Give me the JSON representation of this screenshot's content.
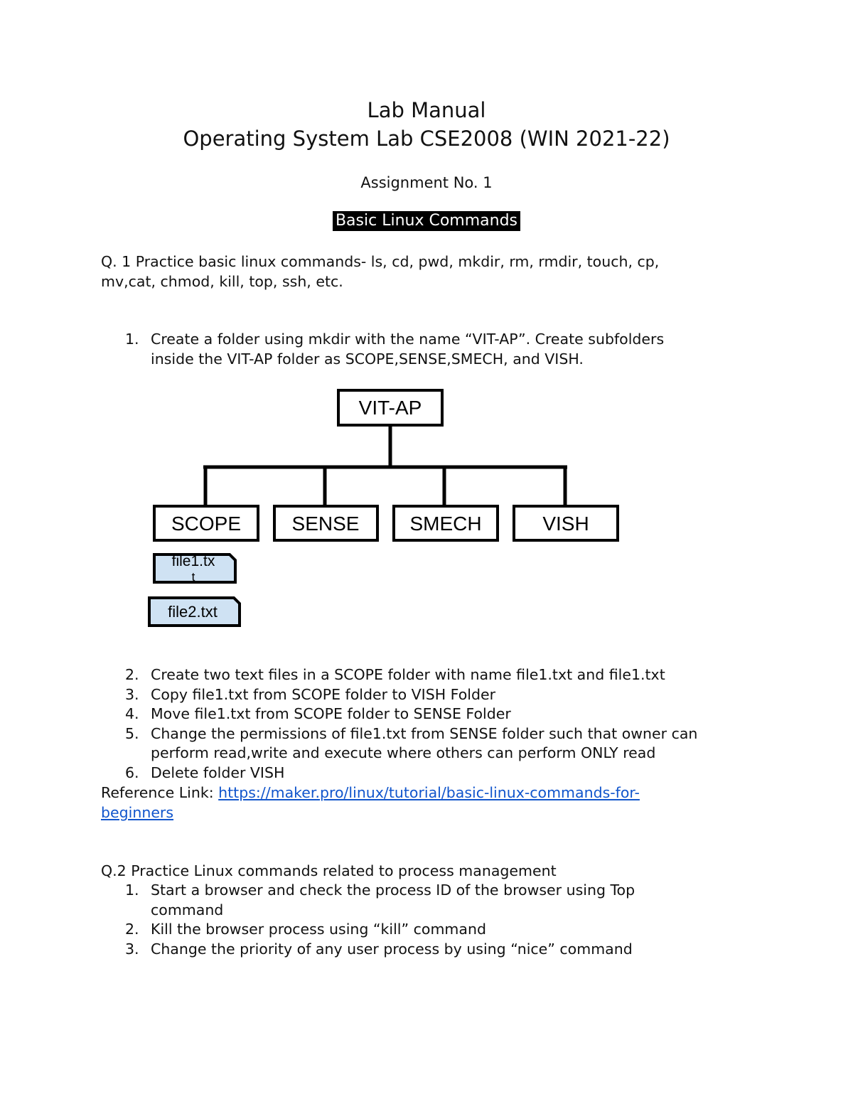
{
  "header": {
    "title_line1": "Lab Manual",
    "title_line2": "Operating System Lab CSE2008 (WIN 2021-22)",
    "assignment": "Assignment No. 1",
    "section_heading": "Basic Linux Commands"
  },
  "q1": {
    "prompt_line1": "Q. 1 Practice basic linux commands- ls, cd, pwd, mkdir, rm, rmdir, touch, cp,",
    "prompt_line2": "mv,cat, chmod, kill, top, ssh, etc.",
    "items": [
      {
        "num": "1.",
        "line1": "Create a folder using mkdir with the name “VIT-AP”. Create subfolders",
        "line2": "inside the VIT-AP folder as SCOPE,SENSE,SMECH, and VISH."
      },
      {
        "num": "2.",
        "line1": "Create two text files in a SCOPE folder with name file1.txt and file1.txt"
      },
      {
        "num": "3.",
        "line1": "Copy file1.txt from SCOPE folder to VISH Folder"
      },
      {
        "num": "4.",
        "line1": "Move file1.txt from SCOPE folder to SENSE Folder"
      },
      {
        "num": "5.",
        "line1": "Change the permissions of file1.txt from SENSE folder such that owner can",
        "line2": "perform read,write and execute where others can perform ONLY read"
      },
      {
        "num": "6.",
        "line1": "Delete folder VISH"
      }
    ],
    "reference_label": "Reference Link: ",
    "reference_link_line1": "https://maker.pro/linux/tutorial/basic-linux-commands-for-",
    "reference_link_line2": "beginners"
  },
  "diagram": {
    "root": "VIT-AP",
    "children": [
      "SCOPE",
      "SENSE",
      "SMECH",
      "VISH"
    ],
    "file1_line1": "file1.tx",
    "file1_line2": "t",
    "file2": "file2.txt",
    "file_fill": "#cfe2f3"
  },
  "q2": {
    "prompt": "Q.2 Practice Linux commands related to process management",
    "items": [
      {
        "num": "1.",
        "line1": "Start a browser and check the process ID of the browser using Top",
        "line2": "command"
      },
      {
        "num": "2.",
        "line1": "Kill the browser process using “kill” command"
      },
      {
        "num": "3.",
        "line1": "Change the priority of any user process by using “nice” command"
      }
    ]
  }
}
